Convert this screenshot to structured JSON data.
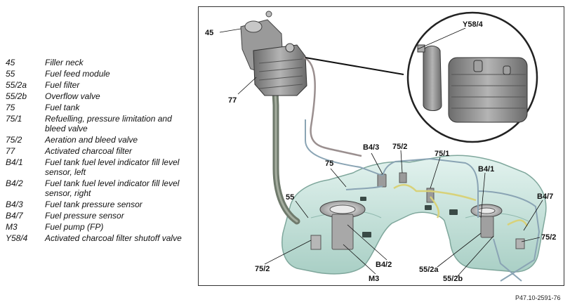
{
  "legend": [
    {
      "code": "45",
      "text": "Filler neck"
    },
    {
      "code": "55",
      "text": "Fuel feed module"
    },
    {
      "code": "55/2a",
      "text": "Fuel filter"
    },
    {
      "code": "55/2b",
      "text": "Overflow valve"
    },
    {
      "code": "75",
      "text": "Fuel tank"
    },
    {
      "code": "75/1",
      "text": "Refuelling, pressure limitation and bleed valve"
    },
    {
      "code": "75/2",
      "text": "Aeration and bleed valve"
    },
    {
      "code": "77",
      "text": "Activated charcoal filter"
    },
    {
      "code": "B4/1",
      "text": "Fuel tank fuel level indicator fill level sensor, left"
    },
    {
      "code": "B4/2",
      "text": "Fuel tank fuel level indicator fill level sensor, right"
    },
    {
      "code": "B4/3",
      "text": "Fuel tank pressure sensor"
    },
    {
      "code": "B4/7",
      "text": "Fuel pressure sensor"
    },
    {
      "code": "M3",
      "text": "Fuel pump (FP)"
    },
    {
      "code": "Y58/4",
      "text": "Activated charcoal filter shutoff valve"
    }
  ],
  "callouts": {
    "c45": "45",
    "c77": "77",
    "cY584": "Y58/4",
    "cB43": "B4/3",
    "c752a": "75/2",
    "c751": "75/1",
    "c75": "75",
    "cB41": "B4/1",
    "c55": "55",
    "cB47": "B4/7",
    "c752b": "75/2",
    "c752c": "75/2",
    "cB42": "B4/2",
    "c552a": "55/2a",
    "cM3": "M3",
    "c552b": "55/2b"
  },
  "figure_code": "P47.10-2591-76",
  "colors": {
    "tank": "#c9e4dd",
    "tank_stroke": "#7fa79c",
    "canister": "#8a8a8a",
    "filler_hose": "#6f7a6c",
    "fuel_line": "#8aa4b4",
    "vent_line_yellow": "#d8d27a"
  }
}
